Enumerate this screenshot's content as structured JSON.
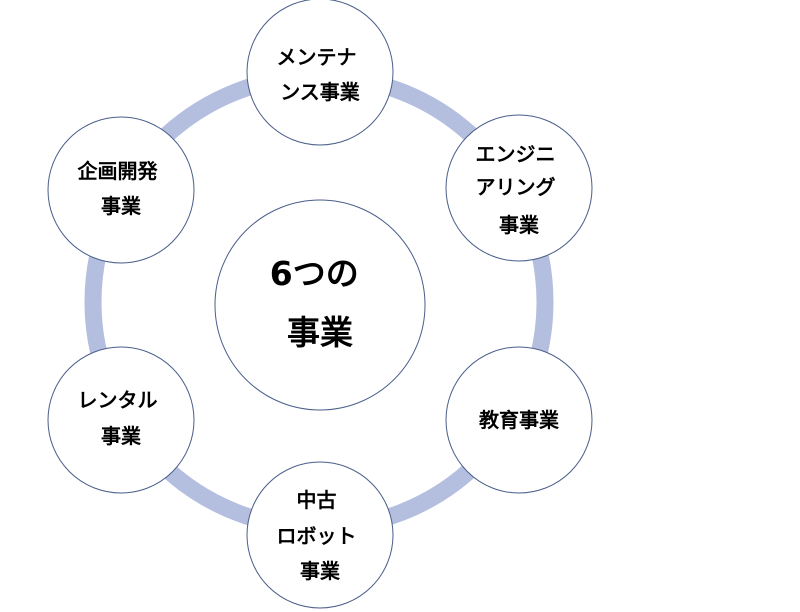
{
  "center": {
    "lines": [
      "6つの",
      "事業"
    ]
  },
  "businesses": [
    {
      "lines": [
        "メンテナ",
        "ンス事業"
      ]
    },
    {
      "lines": [
        "エンジニ",
        "アリング",
        "事業"
      ]
    },
    {
      "lines": [
        "教育事業"
      ]
    },
    {
      "lines": [
        "中古",
        "ロボット",
        "事業"
      ]
    },
    {
      "lines": [
        "レンタル",
        "事業"
      ]
    },
    {
      "lines": [
        "企画開発",
        "事業"
      ]
    }
  ],
  "colors": {
    "ring": "#b4bfe0",
    "circle_stroke": "#4a5e8a",
    "circle_fill": "#ffffff",
    "text": "#000000"
  }
}
